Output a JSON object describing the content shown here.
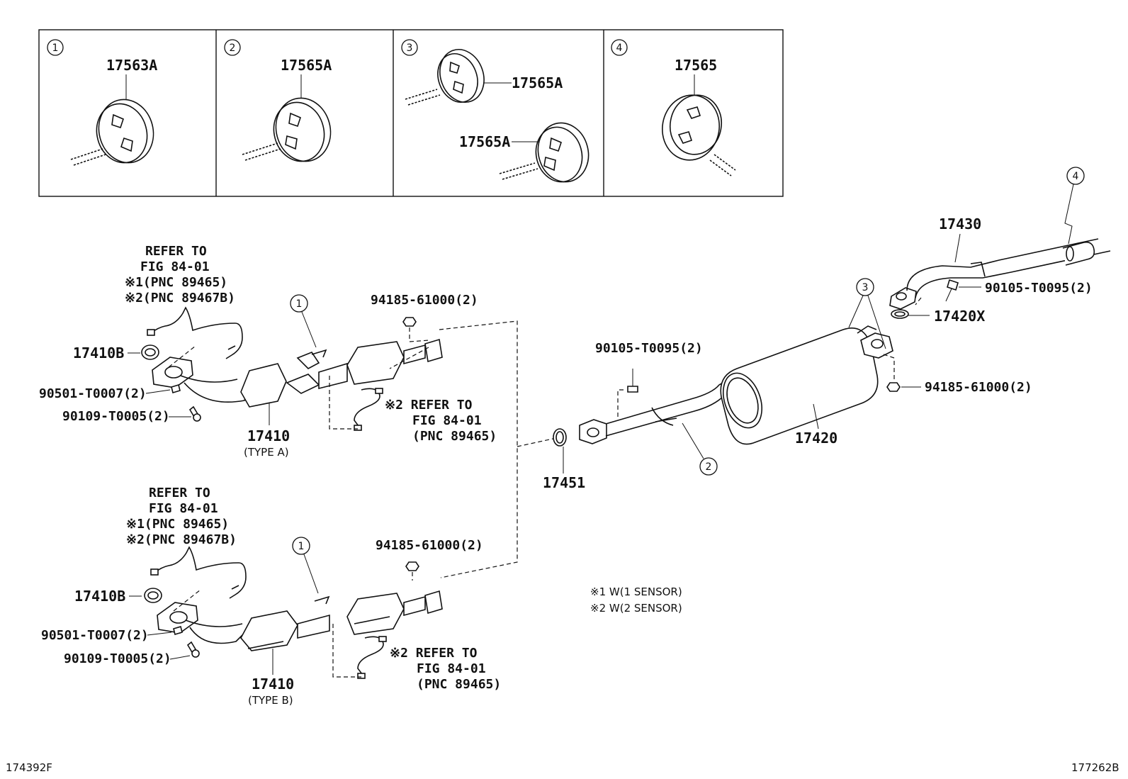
{
  "insets": [
    {
      "num": "1",
      "part": "17563A"
    },
    {
      "num": "2",
      "part": "17565A"
    },
    {
      "num": "3",
      "part_a": "17565A",
      "part_b": "17565A"
    },
    {
      "num": "4",
      "part": "17565"
    }
  ],
  "callouts": {
    "c1": "1",
    "c2": "2",
    "c3": "3",
    "c4": "4"
  },
  "type_a": {
    "refer_lines": [
      "REFER TO",
      "FIG 84-01",
      "※1(PNC 89465)",
      "※2(PNC 89467B)"
    ],
    "gasket": "17410B",
    "stud": "90501-T0007(2)",
    "bolt": "90109-T0005(2)",
    "nut": "94185-61000(2)",
    "sensor_refer": [
      "※2 REFER TO",
      "FIG 84-01",
      "(PNC 89465)"
    ],
    "pipe": "17410",
    "type": "(TYPE A)"
  },
  "type_b": {
    "refer_lines": [
      "REFER TO",
      "FIG 84-01",
      "※1(PNC 89465)",
      "※2(PNC 89467B)"
    ],
    "gasket": "17410B",
    "stud": "90501-T0007(2)",
    "bolt": "90109-T0005(2)",
    "nut": "94185-61000(2)",
    "sensor_refer": [
      "※2 REFER TO",
      "FIG 84-01",
      "(PNC 89465)"
    ],
    "pipe": "17410",
    "type": "(TYPE B)"
  },
  "muffler": {
    "tail_pipe": "17430",
    "tail_bolt": "90105-T0095(2)",
    "tail_gasket": "17420X",
    "center_bolt": "90105-T0095(2)",
    "nut": "94185-61000(2)",
    "muffler": "17420",
    "ring": "17451"
  },
  "legend": [
    "※1  W(1 SENSOR)",
    "※2  W(2 SENSOR)"
  ],
  "footer": {
    "left": "174392F",
    "right": "177262B"
  }
}
